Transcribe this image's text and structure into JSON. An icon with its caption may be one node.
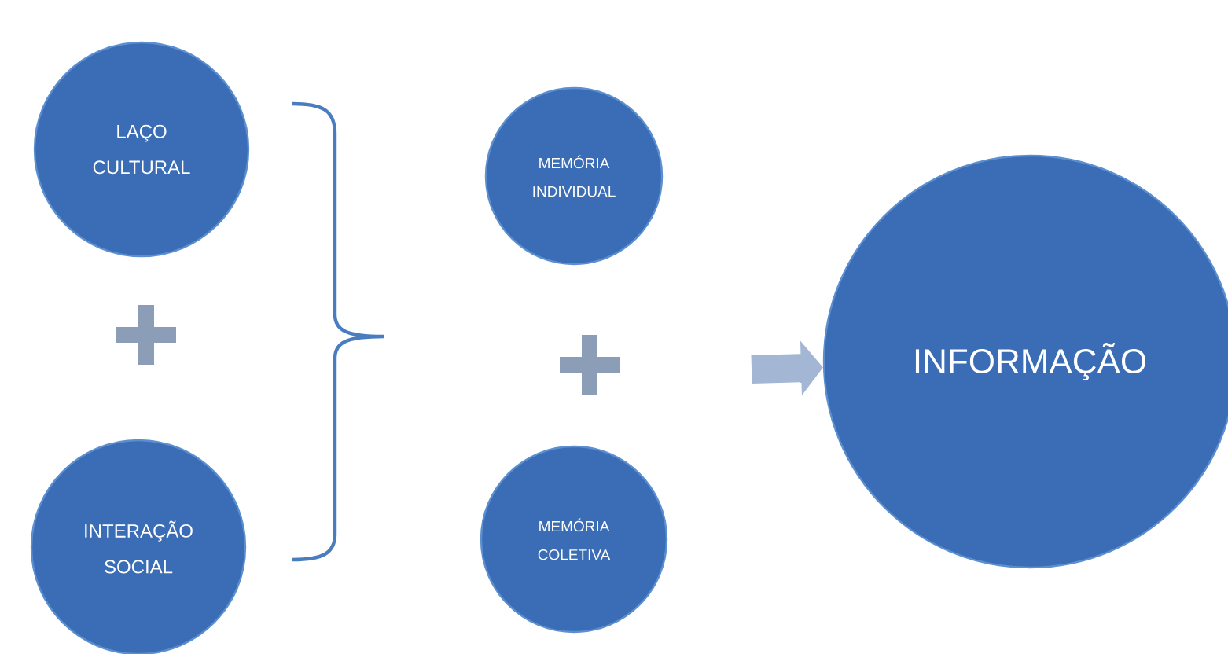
{
  "diagram": {
    "nodes": [
      {
        "text": [
          "LAÇO CULTURAL"
        ]
      },
      {
        "text": [
          "INTERAÇÃO SOCIAL"
        ]
      },
      {
        "text": [
          "MEMÓRIA INDIVIDUAL"
        ]
      },
      {
        "text": [
          "MEMÓRIA COLETIVA"
        ]
      },
      {
        "text": [
          "INFORMAÇÃO"
        ]
      }
    ],
    "edges": [
      {
        "from": null,
        "to": 4,
        "arrow": "to"
      }
    ]
  }
}
